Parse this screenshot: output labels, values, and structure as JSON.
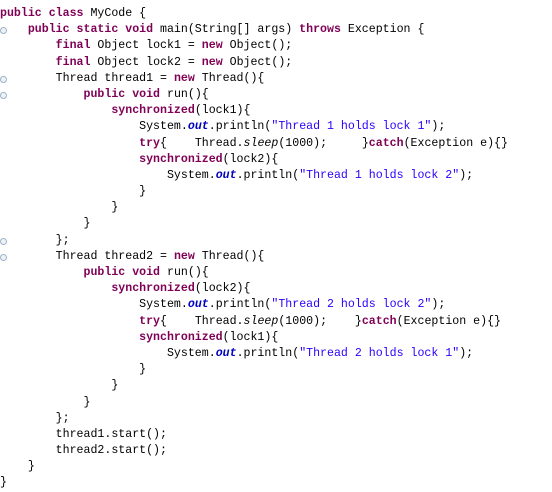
{
  "editor": {
    "language": "java",
    "keyword_color": "#7f0055",
    "string_color": "#2a00ff",
    "field_color": "#0000c0",
    "fold_marker_icon": "fold-marker-icon",
    "lines": [
      [
        [
          "public class",
          "kw"
        ],
        [
          " MyCode {",
          ""
        ]
      ],
      [
        [
          "    public static void",
          "kw"
        ],
        [
          " main(String[] args) ",
          ""
        ],
        [
          "throws",
          "kw"
        ],
        [
          " Exception {",
          ""
        ]
      ],
      [
        [
          "        final",
          "kw"
        ],
        [
          " Object lock1 = ",
          ""
        ],
        [
          "new",
          "kw"
        ],
        [
          " Object();",
          ""
        ]
      ],
      [
        [
          "        final",
          "kw"
        ],
        [
          " Object lock2 = ",
          ""
        ],
        [
          "new",
          "kw"
        ],
        [
          " Object();",
          ""
        ]
      ],
      [
        [
          "        Thread thread1 = ",
          ""
        ],
        [
          "new",
          "kw"
        ],
        [
          " Thread(){",
          ""
        ]
      ],
      [
        [
          "            public void",
          "kw"
        ],
        [
          " run(){",
          ""
        ]
      ],
      [
        [
          "                synchronized",
          "kw"
        ],
        [
          "(lock1){",
          ""
        ]
      ],
      [
        [
          "                    System.",
          ""
        ],
        [
          "out",
          "field"
        ],
        [
          ".println(",
          ""
        ],
        [
          "\"Thread 1 holds lock 1\"",
          "str"
        ],
        [
          ");",
          ""
        ]
      ],
      [
        [
          "                    try",
          "kw"
        ],
        [
          "{    Thread.",
          ""
        ],
        [
          "sleep",
          "static-call"
        ],
        [
          "(1000);     }",
          ""
        ],
        [
          "catch",
          "kw"
        ],
        [
          "(Exception e){}",
          ""
        ]
      ],
      [
        [
          "                    synchronized",
          "kw"
        ],
        [
          "(lock2){",
          ""
        ]
      ],
      [
        [
          "                        System.",
          ""
        ],
        [
          "out",
          "field"
        ],
        [
          ".println(",
          ""
        ],
        [
          "\"Thread 1 holds lock 2\"",
          "str"
        ],
        [
          ");",
          ""
        ]
      ],
      [
        [
          "                    }",
          ""
        ]
      ],
      [
        [
          "                }",
          ""
        ]
      ],
      [
        [
          "            }",
          ""
        ]
      ],
      [
        [
          "        };",
          ""
        ]
      ],
      [
        [
          "        Thread thread2 = ",
          ""
        ],
        [
          "new",
          "kw"
        ],
        [
          " Thread(){",
          ""
        ]
      ],
      [
        [
          "            public void",
          "kw"
        ],
        [
          " run(){",
          ""
        ]
      ],
      [
        [
          "                synchronized",
          "kw"
        ],
        [
          "(lock2){",
          ""
        ]
      ],
      [
        [
          "                    System.",
          ""
        ],
        [
          "out",
          "field"
        ],
        [
          ".println(",
          ""
        ],
        [
          "\"Thread 2 holds lock 2\"",
          "str"
        ],
        [
          ");",
          ""
        ]
      ],
      [
        [
          "                    try",
          "kw"
        ],
        [
          "{    Thread.",
          ""
        ],
        [
          "sleep",
          "static-call"
        ],
        [
          "(1000);    }",
          ""
        ],
        [
          "catch",
          "kw"
        ],
        [
          "(Exception e){}",
          ""
        ]
      ],
      [
        [
          "                    synchronized",
          "kw"
        ],
        [
          "(lock1){",
          ""
        ]
      ],
      [
        [
          "                        System.",
          ""
        ],
        [
          "out",
          "field"
        ],
        [
          ".println(",
          ""
        ],
        [
          "\"Thread 2 holds lock 1\"",
          "str"
        ],
        [
          ");",
          ""
        ]
      ],
      [
        [
          "                    }",
          ""
        ]
      ],
      [
        [
          "                }",
          ""
        ]
      ],
      [
        [
          "            }",
          ""
        ]
      ],
      [
        [
          "        };",
          ""
        ]
      ],
      [
        [
          "        thread1.start();",
          ""
        ]
      ],
      [
        [
          "        thread2.start();",
          ""
        ]
      ],
      [
        [
          "    }",
          ""
        ]
      ],
      [
        [
          "}",
          ""
        ]
      ]
    ]
  }
}
